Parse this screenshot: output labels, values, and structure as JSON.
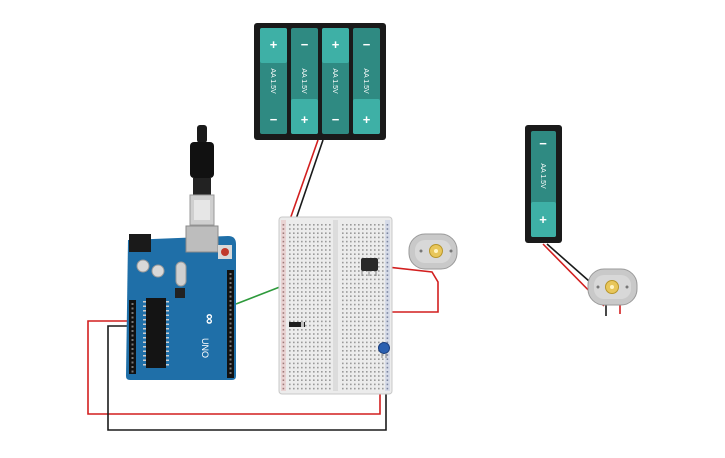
{
  "battery_pack_4aa": {
    "cells": [
      {
        "label": "AA 1.5V",
        "top_symbol": "+",
        "bottom_symbol": "−"
      },
      {
        "label": "AA 1.5V",
        "top_symbol": "−",
        "bottom_symbol": "+"
      },
      {
        "label": "AA 1.5V",
        "top_symbol": "+",
        "bottom_symbol": "−"
      },
      {
        "label": "AA 1.5V",
        "top_symbol": "−",
        "bottom_symbol": "+"
      }
    ]
  },
  "battery_single_aa": {
    "label": "AA 1.5V",
    "top_symbol": "−",
    "bottom_symbol": "+"
  },
  "arduino": {
    "model": "UNO",
    "brand_mark": "∞"
  },
  "colors": {
    "battery_cell": "#2f8a82",
    "battery_holder": "#1a1a1a",
    "arduino_board": "#1f6fa8",
    "breadboard": "#ececec",
    "wire_red": "#d21f1f",
    "wire_black": "#1a1a1a",
    "wire_green": "#2e9a3c",
    "motor_body": "#c9c9c9",
    "motor_shaft": "#e8c65a",
    "capacitor": "#2a5fb0"
  }
}
